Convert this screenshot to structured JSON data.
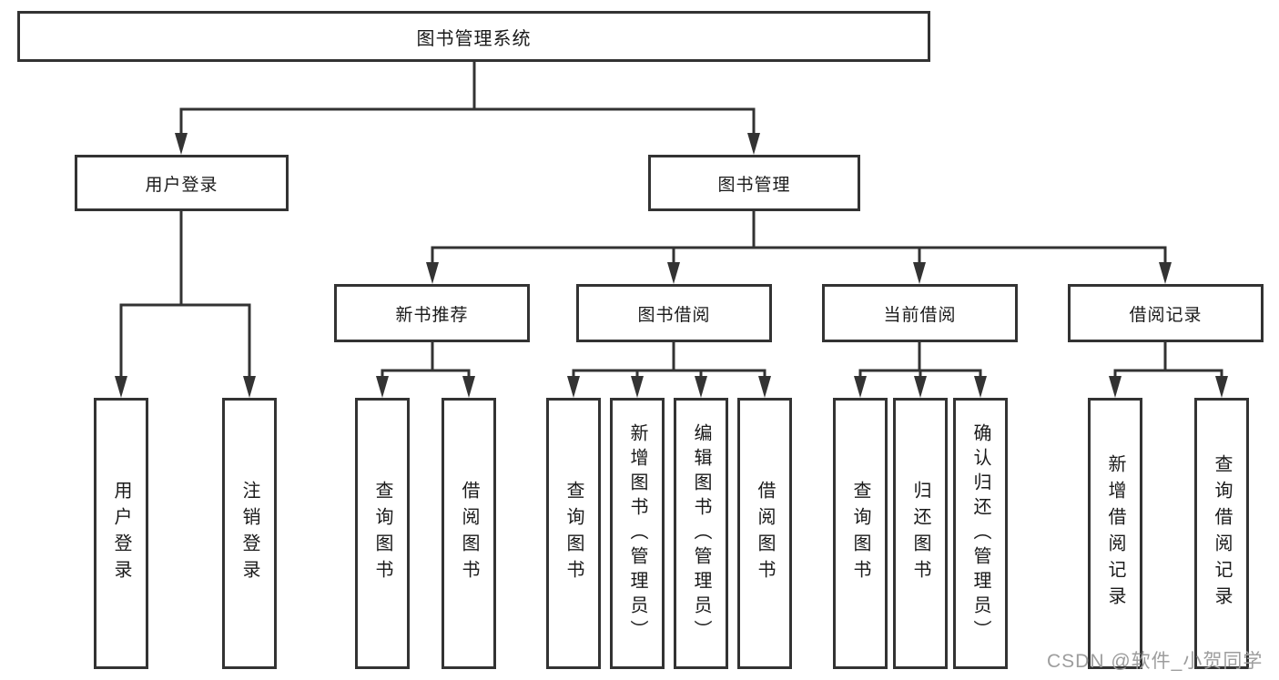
{
  "diagram": {
    "root": {
      "label": "图书管理系统"
    },
    "branches": [
      {
        "label": "用户登录",
        "leaves": [
          "用户登录",
          "注销登录"
        ]
      },
      {
        "label": "图书管理",
        "children": [
          {
            "label": "新书推荐",
            "leaves": [
              "查询图书",
              "借阅图书"
            ]
          },
          {
            "label": "图书借阅",
            "leaves": [
              "查询图书",
              "新增图书（管理员）",
              "编辑图书（管理员）",
              "借阅图书"
            ]
          },
          {
            "label": "当前借阅",
            "leaves": [
              "查询图书",
              "归还图书",
              "确认归还（管理员）"
            ]
          },
          {
            "label": "借阅记录",
            "leaves": [
              "新增借阅记录",
              "查询借阅记录"
            ]
          }
        ]
      }
    ],
    "watermark": "CSDN @软件_小贺同学",
    "colors": {
      "line": "#333333",
      "box_fill": "#ffffff",
      "text": "#1a1a1a",
      "watermark": "#9d9d9d"
    }
  }
}
